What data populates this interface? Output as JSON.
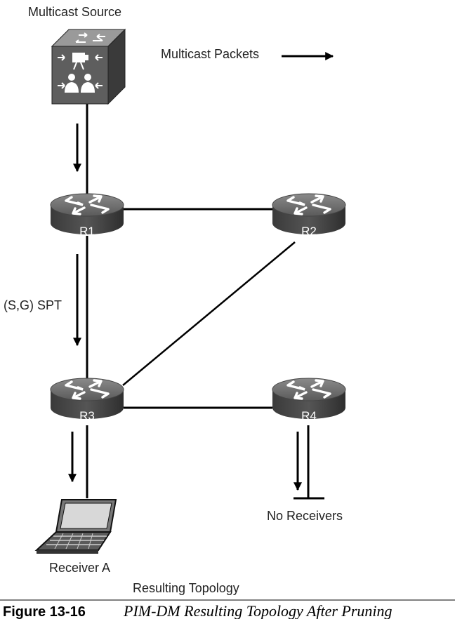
{
  "labels": {
    "source": "Multicast Source",
    "legend": "Multicast Packets",
    "spt": "(S,G) SPT",
    "receiver": "Receiver A",
    "no_receivers": "No Receivers",
    "topology": "Resulting Topology"
  },
  "routers": {
    "r1": "R1",
    "r2": "R2",
    "r3": "R3",
    "r4": "R4"
  },
  "caption": {
    "number": "Figure 13-16",
    "title": "PIM-DM Resulting Topology After Pruning"
  }
}
